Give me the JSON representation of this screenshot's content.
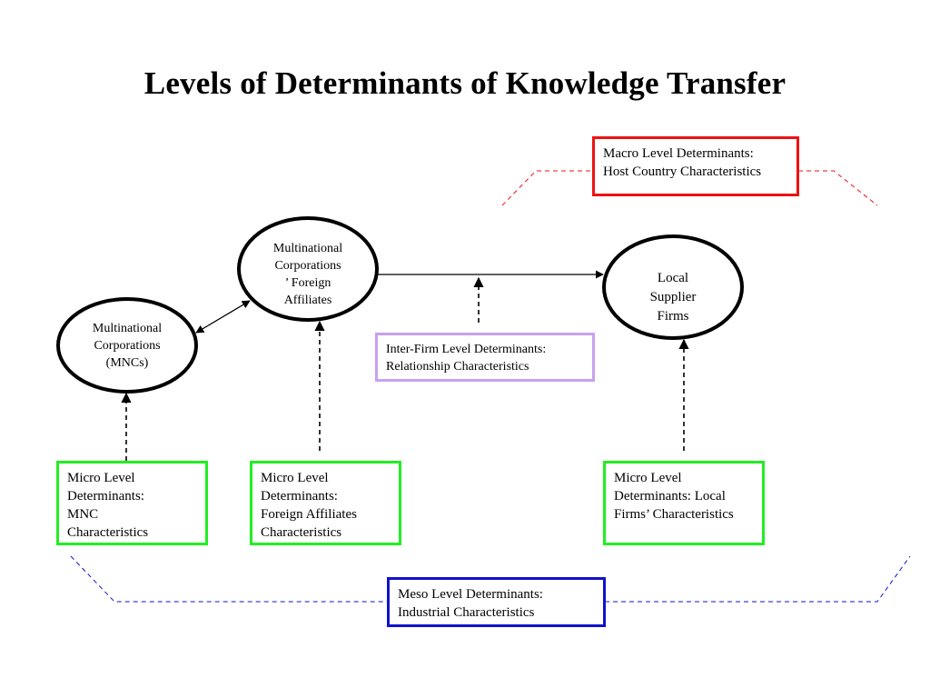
{
  "title": "Levels of Determinants of Knowledge Transfer",
  "nodes": {
    "mncs": [
      "Multinational",
      "Corporations",
      "(MNCs)"
    ],
    "affiliates": [
      "Multinational",
      "Corporations",
      "’ Foreign",
      "Affiliates"
    ],
    "local": [
      "Local",
      "Supplier",
      "Firms"
    ]
  },
  "boxes": {
    "macro": [
      "Macro Level Determinants:",
      "Host Country Characteristics"
    ],
    "inter_firm": [
      "Inter-Firm Level Determinants:",
      "Relationship Characteristics"
    ],
    "micro_mnc": [
      "Micro Level",
      "Determinants:",
      "MNC",
      "Characteristics"
    ],
    "micro_affiliates": [
      "Micro Level",
      "Determinants:",
      "Foreign Affiliates",
      "Characteristics"
    ],
    "micro_local": [
      "Micro Level",
      "Determinants: Local",
      "Firms’ Characteristics"
    ],
    "meso": [
      "Meso Level Determinants:",
      "Industrial Characteristics"
    ]
  },
  "colors": {
    "macro": "#ee1111",
    "meso": "#1111cc",
    "micro": "#22ee22",
    "inter_firm": "#c8a0f0"
  }
}
